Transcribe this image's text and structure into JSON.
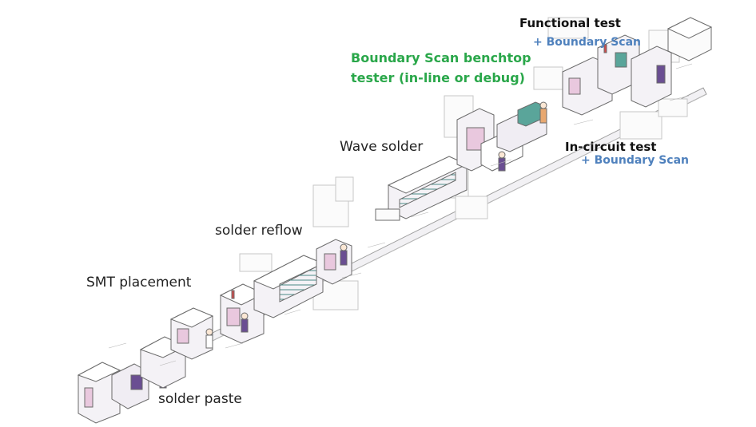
{
  "labels": {
    "functional_test": "Functional test",
    "functional_test_bs": "+ Boundary Scan",
    "benchtop_line1": "Boundary Scan benchtop",
    "benchtop_line2": "tester (in-line or debug)",
    "wave_solder": "Wave solder",
    "incircuit_test": "In-circuit test",
    "incircuit_test_bs": "+ Boundary Scan",
    "solder_reflow": "solder reflow",
    "smt_placement": "SMT placement",
    "solder_paste": "solder paste"
  },
  "colors": {
    "label_text": "#222222",
    "heading_text": "#111111",
    "boundary_scan_blue": "#4f81bd",
    "benchtop_green": "#2aa74a",
    "line_stroke": "#7a7a7a",
    "machine_fill": "#f4f2f6",
    "accent_pink": "#e9c8de",
    "accent_purple": "#6a4e92",
    "accent_teal": "#5aa59a"
  }
}
